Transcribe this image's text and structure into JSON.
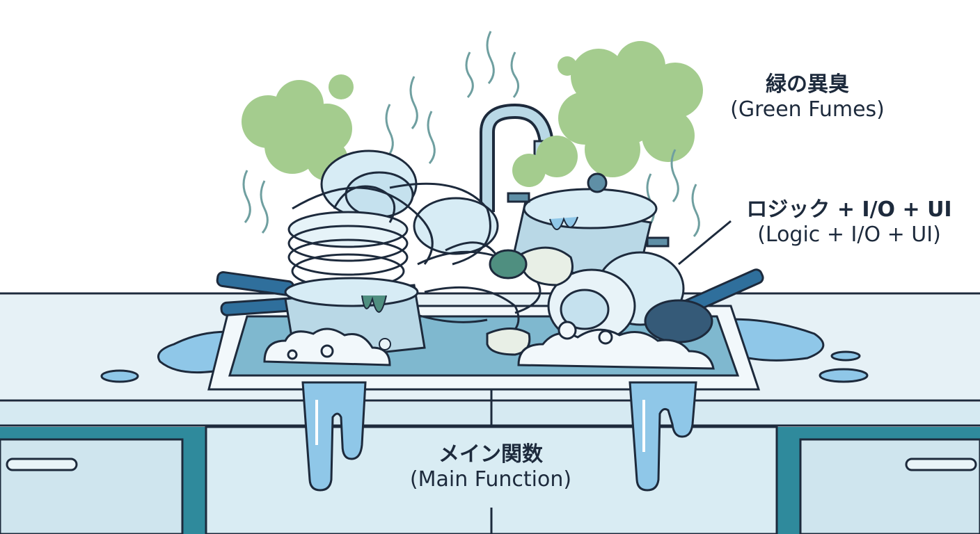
{
  "labels": {
    "fumes": {
      "ja": "緑の異臭",
      "en": "(Green Fumes)"
    },
    "logic": {
      "ja": "ロジック + I/O + UI",
      "en": "(Logic + I/O + UI)"
    },
    "main": {
      "ja": "メイン関数",
      "en": "(Main Function)"
    }
  },
  "colors": {
    "outline": "#1d2a3c",
    "counter": "#e6f1f6",
    "cabinet": "#cfe5ee",
    "cabinet_dark": "#2f8a9c",
    "water": "#8fc7e8",
    "water_light": "#c8e6f6",
    "fumes": "#a4cc8e",
    "dish": "#d7ecf5",
    "pot": "#b9d8e6",
    "foam": "#f2f8fb",
    "grime": "#4f8f80"
  }
}
